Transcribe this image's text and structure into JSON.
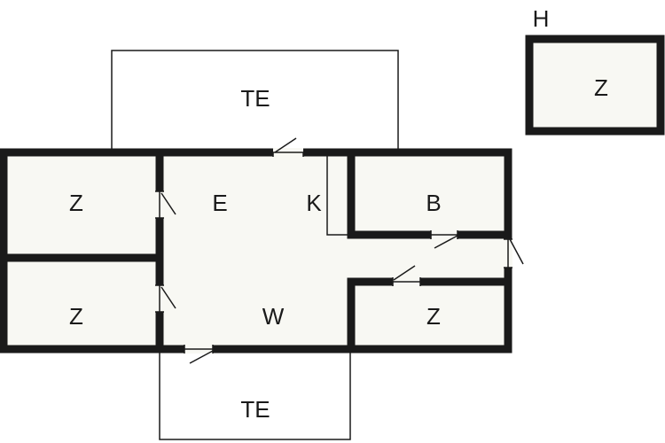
{
  "floorplan": {
    "colors": {
      "floor": "#f8f8f3",
      "wall": "#1a1a1a",
      "background": "#ffffff"
    },
    "rooms": {
      "terrace_top": "TE",
      "terrace_bottom": "TE",
      "entrance": "E",
      "kitchen": "K",
      "bathroom": "B",
      "living": "W",
      "bedroom_top_left": "Z",
      "bedroom_bottom_left": "Z",
      "bedroom_right": "Z",
      "shed_room": "Z"
    },
    "shed_label": "H"
  }
}
